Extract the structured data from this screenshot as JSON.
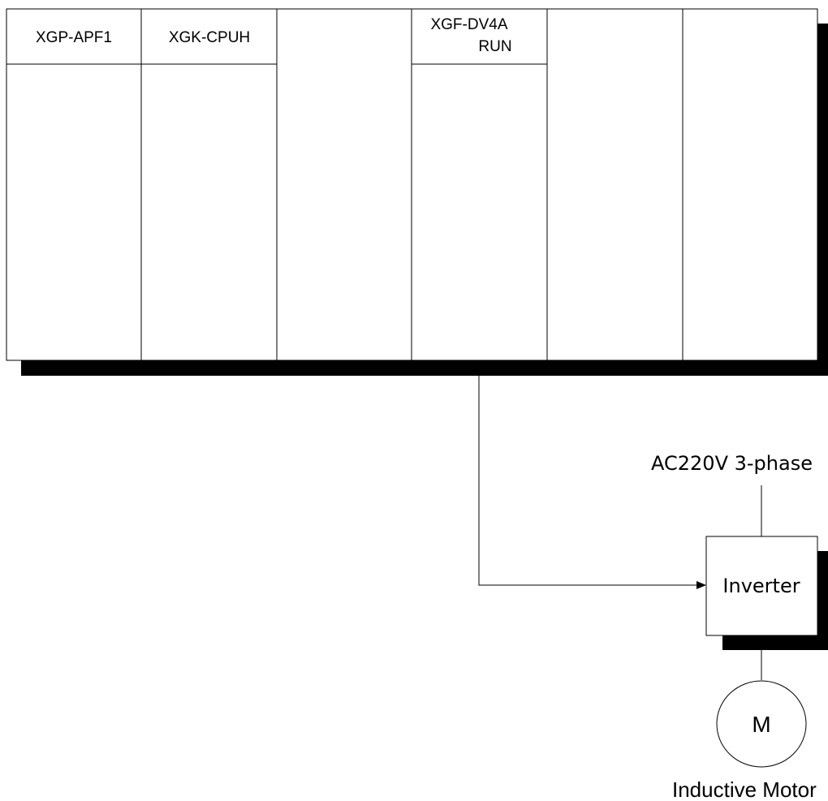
{
  "plc_rack": {
    "slots": [
      {
        "label": "XGP-APF1",
        "sublabel": ""
      },
      {
        "label": "XGK-CPUH",
        "sublabel": ""
      },
      {
        "label": "",
        "sublabel": ""
      },
      {
        "label": "XGF-DV4A",
        "sublabel": "RUN"
      },
      {
        "label": "",
        "sublabel": ""
      },
      {
        "label": "",
        "sublabel": ""
      }
    ]
  },
  "power_supply": {
    "label": "AC220V 3-phase"
  },
  "inverter": {
    "label": "Inverter"
  },
  "motor": {
    "symbol": "M",
    "caption": "Inductive Motor"
  }
}
